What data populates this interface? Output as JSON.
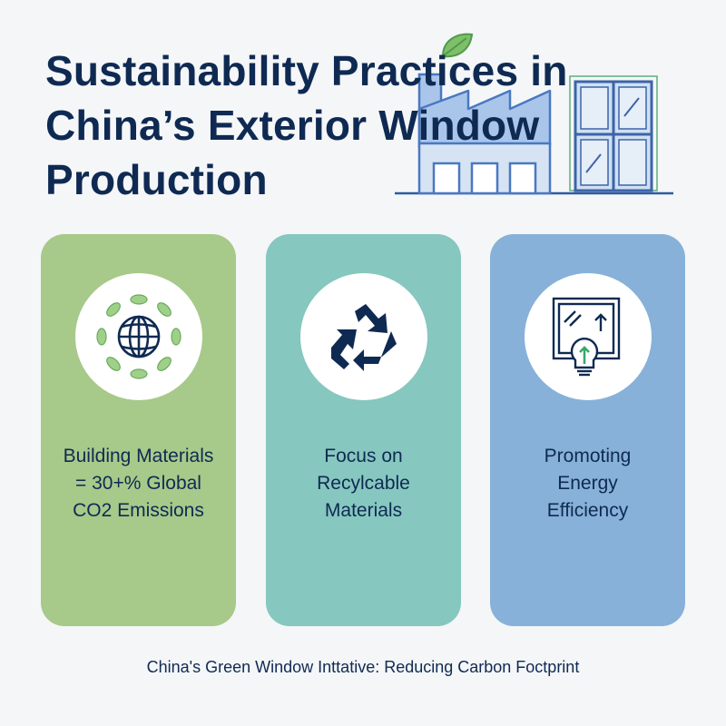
{
  "title": {
    "line1": "Sustainability Practices in",
    "line2": "China’s Exterior Window",
    "line3": "Production"
  },
  "cards": [
    {
      "icon": "globe-leaves-icon",
      "lines": [
        "Building Materials",
        "= 30+% Global",
        "CO2 Emissions"
      ],
      "color": "#a7c98a"
    },
    {
      "icon": "recycle-icon",
      "lines": [
        "Focus on",
        "Recylcable",
        "Materials"
      ],
      "color": "#86c7bf"
    },
    {
      "icon": "window-lightbulb-icon",
      "lines": [
        "Promoting",
        "Energy",
        "Efficiency"
      ],
      "color": "#87b1d8"
    }
  ],
  "footer": {
    "text": "China's Green Window Inttative: Reducing Carbon Foctprint"
  },
  "colors": {
    "navy": "#0f2a52",
    "background": "#f4f6f8",
    "illustration_blue": "#4a78c2",
    "illustration_fill": "#a9c6ea",
    "leaf_green": "#7fbf6a"
  }
}
